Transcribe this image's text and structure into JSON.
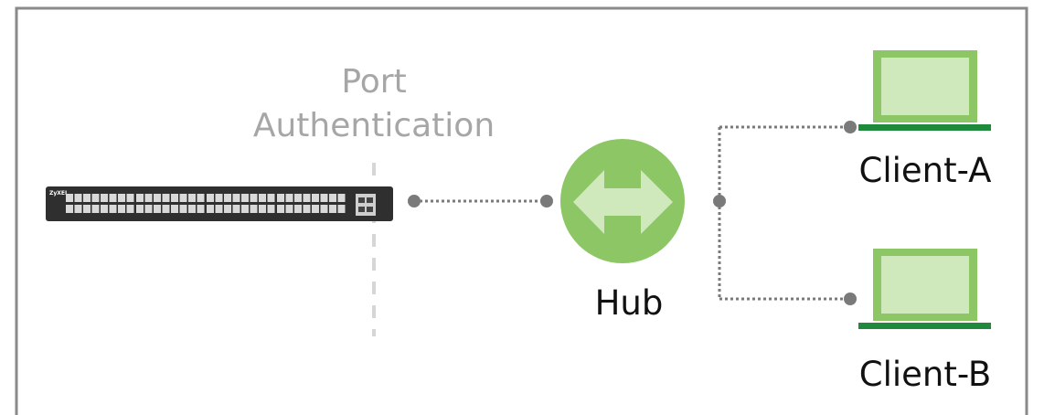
{
  "diagram": {
    "port_auth_label_line1": "Port",
    "port_auth_label_line2": "Authentication",
    "hub_label": "Hub",
    "client_a_label": "Client-A",
    "client_b_label": "Client-B",
    "switch_brand": "ZyXEL"
  },
  "colors": {
    "frame": "#8a8a8a",
    "port_auth_text": "#a6a6a6",
    "hub_fill": "#8cc665",
    "hub_arrow": "#cfe9bd",
    "laptop_body": "#8cc665",
    "laptop_screen": "#cfe9bd",
    "laptop_base": "#1f8a3c",
    "connector": "#7a7a7a",
    "switch_body": "#2f2f2f"
  },
  "icons": [
    "switch-icon",
    "hub-icon",
    "laptop-icon"
  ]
}
